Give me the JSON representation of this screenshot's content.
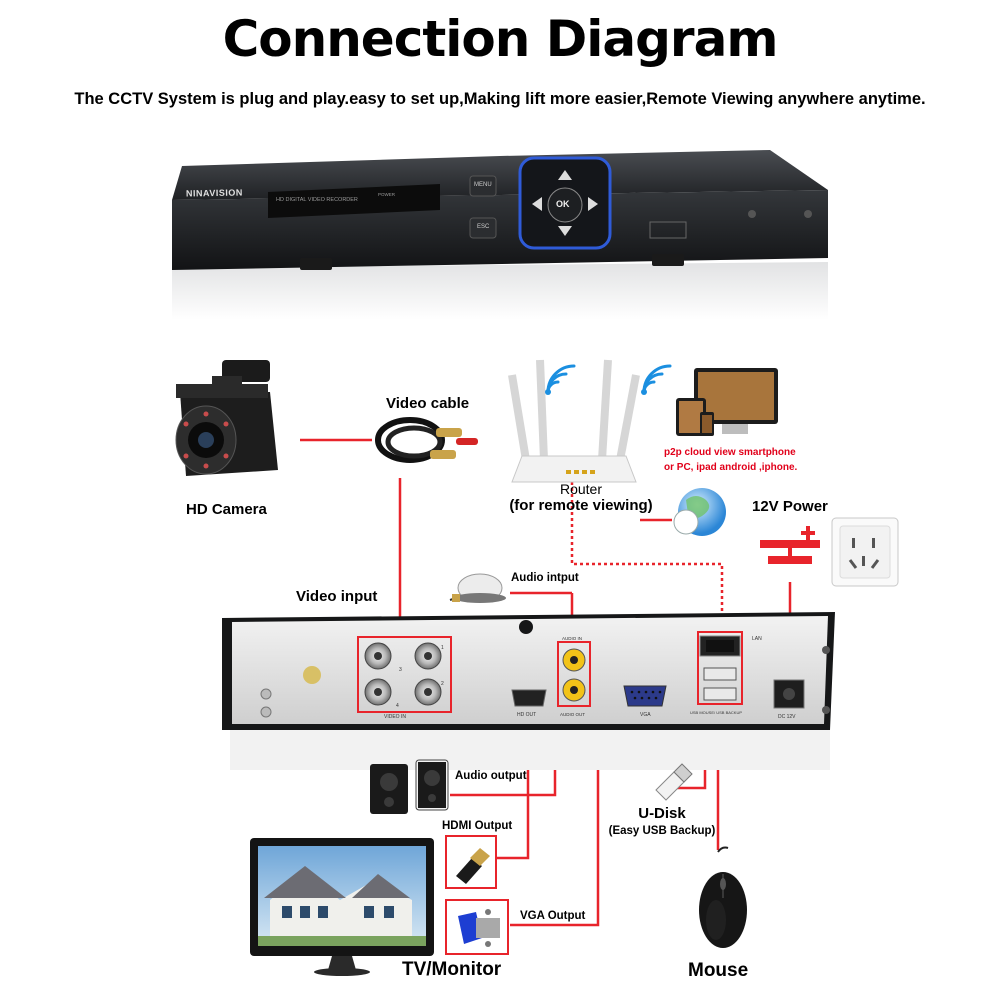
{
  "title": "Connection Diagram",
  "subtitle": "The CCTV System is plug and play.easy to set up,Making lift more easier,Remote Viewing anywhere anytime.",
  "dvr_front": {
    "brand": "NINAVISION",
    "model_text": "HD DIGITAL VIDEO RECORDER",
    "power_text": "POWER",
    "menu_label": "MENU",
    "esc_label": "ESC",
    "ok_label": "OK"
  },
  "devices": {
    "camera_label": "HD Camera",
    "video_cable_label": "Video cable",
    "router_label_line1": "Router",
    "router_label_line2": "(for remote viewing)",
    "cloud_line1": "p2p cloud  view smartphone",
    "cloud_line2": "or PC, ipad android ,iphone.",
    "power_label": "12V Power",
    "video_input_label": "Video input",
    "audio_input_label": "Audio intput",
    "audio_output_label": "Audio output",
    "hdmi_output_label": "HDMI Output",
    "vga_output_label": "VGA Output",
    "udisk_label": "U-Disk",
    "udisk_sub": "(Easy USB Backup)",
    "monitor_label": "TV/Monitor",
    "mouse_label": "Mouse"
  },
  "dvr_back": {
    "video_in": "VIDEO IN",
    "audio_in": "AUDIO IN",
    "audio_out": "AUDIO OUT",
    "hd_out": "HD OUT",
    "vga": "VGA",
    "lan": "LAN",
    "usb": "USB MOUSE/ USB BACKUP",
    "dc12v": "DC 12V",
    "bnc_numbers": [
      "3",
      "1",
      "4",
      "2"
    ]
  },
  "colors": {
    "wire": "#e8242b",
    "accent_blue": "#1d3ed2"
  }
}
